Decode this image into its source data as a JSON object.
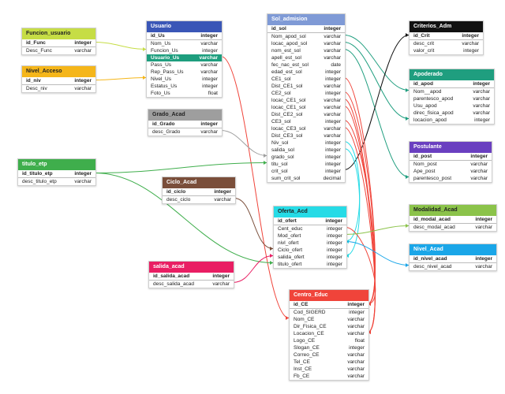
{
  "tables": [
    {
      "id": "Funcion_usuario",
      "title": "Funcion_usuario",
      "color": "#c6dd45",
      "text_color": "#222222",
      "fields": [
        {
          "name": "id_Func",
          "type": "integer",
          "pk": true
        },
        {
          "name": "Desc_Func",
          "type": "varchar"
        }
      ]
    },
    {
      "id": "Nivel_Acceso",
      "title": "Nivel_Acceso",
      "color": "#f5b61a",
      "text_color": "#222222",
      "fields": [
        {
          "name": "id_niv",
          "type": "integer",
          "pk": true
        },
        {
          "name": "Desc_niv",
          "type": "varchar"
        }
      ]
    },
    {
      "id": "Usuario",
      "title": "Usuario",
      "color": "#3a56b7",
      "text_color": "#ffffff",
      "fields": [
        {
          "name": "id_Us",
          "type": "integer",
          "pk": true
        },
        {
          "name": "Nom_Us",
          "type": "varchar"
        },
        {
          "name": "Funcion_Us",
          "type": "integer"
        },
        {
          "name": "Usuario_Us",
          "type": "varchar",
          "hl": true
        },
        {
          "name": "Pass_Us",
          "type": "varchar"
        },
        {
          "name": "Rep_Pass_Us",
          "type": "varchar"
        },
        {
          "name": "Nivel_Us",
          "type": "integer"
        },
        {
          "name": "Estatus_Us",
          "type": "integer"
        },
        {
          "name": "Foto_Us",
          "type": "float"
        }
      ]
    },
    {
      "id": "Grado_Acad",
      "title": "Grado_Acad",
      "color": "#9e9e9e",
      "text_color": "#222222",
      "fields": [
        {
          "name": "id_Grado",
          "type": "integer",
          "pk": true
        },
        {
          "name": "desc_Grado",
          "type": "varchar"
        }
      ]
    },
    {
      "id": "Sol_admision",
      "title": "Sol_admision",
      "color": "#7f9ad6",
      "text_color": "#ffffff",
      "fields": [
        {
          "name": "id_sol",
          "type": "integer",
          "pk": true
        },
        {
          "name": "Nom_apod_sol",
          "type": "varchar"
        },
        {
          "name": "locac_apod_sol",
          "type": "varchar"
        },
        {
          "name": "nom_est_sol",
          "type": "varchar"
        },
        {
          "name": "apell_est_sol",
          "type": "varchar"
        },
        {
          "name": "fec_nac_est_sol",
          "type": "date"
        },
        {
          "name": "edad_est_sol",
          "type": "integer"
        },
        {
          "name": "CE1_sol",
          "type": "integer"
        },
        {
          "name": "Dist_CE1_sol",
          "type": "varchar"
        },
        {
          "name": "CE2_sol",
          "type": "integer"
        },
        {
          "name": "locac_CE1_sol",
          "type": "varchar"
        },
        {
          "name": "locac_CE1_sol",
          "type": "varchar"
        },
        {
          "name": "Dist_CE2_sol",
          "type": "varchar"
        },
        {
          "name": "CE3_sol",
          "type": "integer"
        },
        {
          "name": "locac_CE3_sol",
          "type": "varchar"
        },
        {
          "name": "Dist_CE3_sol",
          "type": "varchar"
        },
        {
          "name": "Niv_sol",
          "type": "integer"
        },
        {
          "name": "salida_sol",
          "type": "integer"
        },
        {
          "name": "grado_sol",
          "type": "integer"
        },
        {
          "name": "titu_sol",
          "type": "integer"
        },
        {
          "name": "crit_sol",
          "type": "integer"
        },
        {
          "name": "sum_crit_sol",
          "type": "decimal"
        }
      ]
    },
    {
      "id": "Criterios_Adm",
      "title": "Criterios_Adm",
      "color": "#111111",
      "text_color": "#ffffff",
      "fields": [
        {
          "name": "id_Crit",
          "type": "integer",
          "pk": true
        },
        {
          "name": "desc_crit",
          "type": "varchar"
        },
        {
          "name": "valor_crit",
          "type": "integer"
        }
      ]
    },
    {
      "id": "Apoderado",
      "title": "Apoderado",
      "color": "#1f9e7f",
      "text_color": "#ffffff",
      "fields": [
        {
          "name": "id_apod",
          "type": "integer",
          "pk": true
        },
        {
          "name": "Nom__apod",
          "type": "varchar"
        },
        {
          "name": "parentesco_apod",
          "type": "varchar"
        },
        {
          "name": "Usu_apod",
          "type": "varchar"
        },
        {
          "name": "direc_fisica_apod",
          "type": "varchar"
        },
        {
          "name": "locacion_apod",
          "type": "integer"
        }
      ]
    },
    {
      "id": "Postulante",
      "title": "Postulante",
      "color": "#6a3fc0",
      "text_color": "#ffffff",
      "fields": [
        {
          "name": "id_post",
          "type": "integer",
          "pk": true
        },
        {
          "name": "Nom_post",
          "type": "varchar"
        },
        {
          "name": "Ape_post",
          "type": "varchar"
        },
        {
          "name": "parentesco_post",
          "type": "varchar"
        }
      ]
    },
    {
      "id": "titulo_etp",
      "title": "titulo_etp",
      "color": "#3fae4c",
      "text_color": "#ffffff",
      "fields": [
        {
          "name": "id_titulo_etp",
          "type": "integer",
          "pk": true
        },
        {
          "name": "desc_titulo_etp",
          "type": "varchar"
        }
      ]
    },
    {
      "id": "Ciclo_Acad",
      "title": "Ciclo_Acad",
      "color": "#7a4e3a",
      "text_color": "#ffffff",
      "fields": [
        {
          "name": "id_ciclo",
          "type": "integer",
          "pk": true
        },
        {
          "name": "desc_ciclo",
          "type": "varchar"
        }
      ]
    },
    {
      "id": "Oferta_Acd",
      "title": "Oferta_Acd",
      "color": "#26dbe6",
      "text_color": "#222222",
      "fields": [
        {
          "name": "id_ofert",
          "type": "integer",
          "pk": true
        },
        {
          "name": "Cent_educ",
          "type": "integer"
        },
        {
          "name": "Mod_ofert",
          "type": "integer"
        },
        {
          "name": "nivl_ofert",
          "type": "integer"
        },
        {
          "name": "Ciclo_ofert",
          "type": "integer"
        },
        {
          "name": "salida_ofert",
          "type": "integer"
        },
        {
          "name": "titulo_ofert",
          "type": "integer"
        }
      ]
    },
    {
      "id": "Modalidad_Acad",
      "title": "Modalidad_Acad",
      "color": "#8bc34a",
      "text_color": "#222222",
      "fields": [
        {
          "name": "id_modal_acad",
          "type": "integer",
          "pk": true
        },
        {
          "name": "desc_modal_acad",
          "type": "varchar"
        }
      ]
    },
    {
      "id": "Nivel_Acad",
      "title": "Nivel_Acad",
      "color": "#1aa6e8",
      "text_color": "#ffffff",
      "fields": [
        {
          "name": "id_nivel_acad",
          "type": "integer",
          "pk": true
        },
        {
          "name": "desc_nivel_acad",
          "type": "varchar"
        }
      ]
    },
    {
      "id": "salida_acad",
      "title": "salida_acad",
      "color": "#e91e63",
      "text_color": "#ffffff",
      "fields": [
        {
          "name": "id_salida_acad",
          "type": "integer",
          "pk": true
        },
        {
          "name": "desc_salida_acad",
          "type": "varchar"
        }
      ]
    },
    {
      "id": "Centro_Educ",
      "title": "Centro_Educ",
      "color": "#f0443a",
      "text_color": "#ffffff",
      "fields": [
        {
          "name": "id_CE",
          "type": "integer",
          "pk": true
        },
        {
          "name": "Cod_SIGERD",
          "type": "integer"
        },
        {
          "name": "Nom_CE",
          "type": "varchar"
        },
        {
          "name": "Dir_Fisica_CE",
          "type": "varchar"
        },
        {
          "name": "Locacion_CE",
          "type": "varchar"
        },
        {
          "name": "Logo_CE",
          "type": "float"
        },
        {
          "name": "Slogan_CE",
          "type": "integer"
        },
        {
          "name": "Correo_CE",
          "type": "varchar"
        },
        {
          "name": "Tel_CE",
          "type": "varchar"
        },
        {
          "name": "Inst_CE",
          "type": "varchar"
        },
        {
          "name": "Fb_CE",
          "type": "varchar"
        }
      ]
    }
  ],
  "relations": [
    {
      "from": "Funcion_usuario",
      "from_field": 0,
      "to": "Usuario",
      "to_field": 2,
      "color": "#c6dd45"
    },
    {
      "from": "Nivel_Acceso",
      "from_field": 0,
      "to": "Usuario",
      "to_field": 6,
      "color": "#f5b61a"
    },
    {
      "from": "Usuario",
      "from_field": 3,
      "to": "Centro_Educ",
      "to_field": 2,
      "color": "#f0443a"
    },
    {
      "from": "Grado_Acad",
      "from_field": 1,
      "to": "Sol_admision",
      "to_field": 18,
      "color": "#9e9e9e"
    },
    {
      "from": "Sol_admision",
      "from_field": 1,
      "to": "Apoderado",
      "to_field": 1,
      "color": "#1f9e7f"
    },
    {
      "from": "Sol_admision",
      "from_field": 2,
      "to": "Apoderado",
      "to_field": 5,
      "color": "#1f9e7f"
    },
    {
      "from": "Sol_admision",
      "from_field": 3,
      "to": "Postulante",
      "to_field": 3,
      "color": "#1f9e7f"
    },
    {
      "from": "Sol_admision",
      "from_field": 20,
      "to": "Criterios_Adm",
      "to_field": 0,
      "color": "#111111"
    },
    {
      "from": "Sol_admision",
      "from_field": 7,
      "to": "Centro_Educ",
      "to_field": 0,
      "color": "#f0443a"
    },
    {
      "from": "Sol_admision",
      "from_field": 9,
      "to": "Centro_Educ",
      "to_field": 0,
      "color": "#f0443a"
    },
    {
      "from": "Sol_admision",
      "from_field": 13,
      "to": "Centro_Educ",
      "to_field": 0,
      "color": "#f0443a"
    },
    {
      "from": "Sol_admision",
      "from_field": 10,
      "to": "Centro_Educ",
      "to_field": 4,
      "color": "#f0443a"
    },
    {
      "from": "Sol_admision",
      "from_field": 11,
      "to": "Centro_Educ",
      "to_field": 4,
      "color": "#f0443a"
    },
    {
      "from": "Sol_admision",
      "from_field": 14,
      "to": "Centro_Educ",
      "to_field": 4,
      "color": "#f0443a"
    },
    {
      "from": "Sol_admision",
      "from_field": 16,
      "to": "Oferta_Acd",
      "to_field": 3,
      "color": "#26dbe6"
    },
    {
      "from": "Sol_admision",
      "from_field": 17,
      "to": "Oferta_Acd",
      "to_field": 5,
      "color": "#26dbe6"
    },
    {
      "from": "titulo_etp",
      "from_field": 0,
      "to": "Sol_admision",
      "to_field": 19,
      "color": "#3fae4c"
    },
    {
      "from": "titulo_etp",
      "from_field": 0,
      "to": "Oferta_Acd",
      "to_field": 6,
      "color": "#3fae4c"
    },
    {
      "from": "Ciclo_Acad",
      "from_field": 1,
      "to": "Oferta_Acd",
      "to_field": 4,
      "color": "#7a4e3a"
    },
    {
      "from": "Oferta_Acd",
      "from_field": 1,
      "to": "Centro_Educ",
      "to_field": 0,
      "color": "#f0443a"
    },
    {
      "from": "Oferta_Acd",
      "from_field": 2,
      "to": "Modalidad_Acad",
      "to_field": 1,
      "color": "#8bc34a"
    },
    {
      "from": "Oferta_Acd",
      "from_field": 3,
      "to": "Nivel_Acad",
      "to_field": 1,
      "color": "#1aa6e8"
    },
    {
      "from": "salida_acad",
      "from_field": 1,
      "to": "Oferta_Acd",
      "to_field": 5,
      "color": "#e91e63"
    }
  ]
}
